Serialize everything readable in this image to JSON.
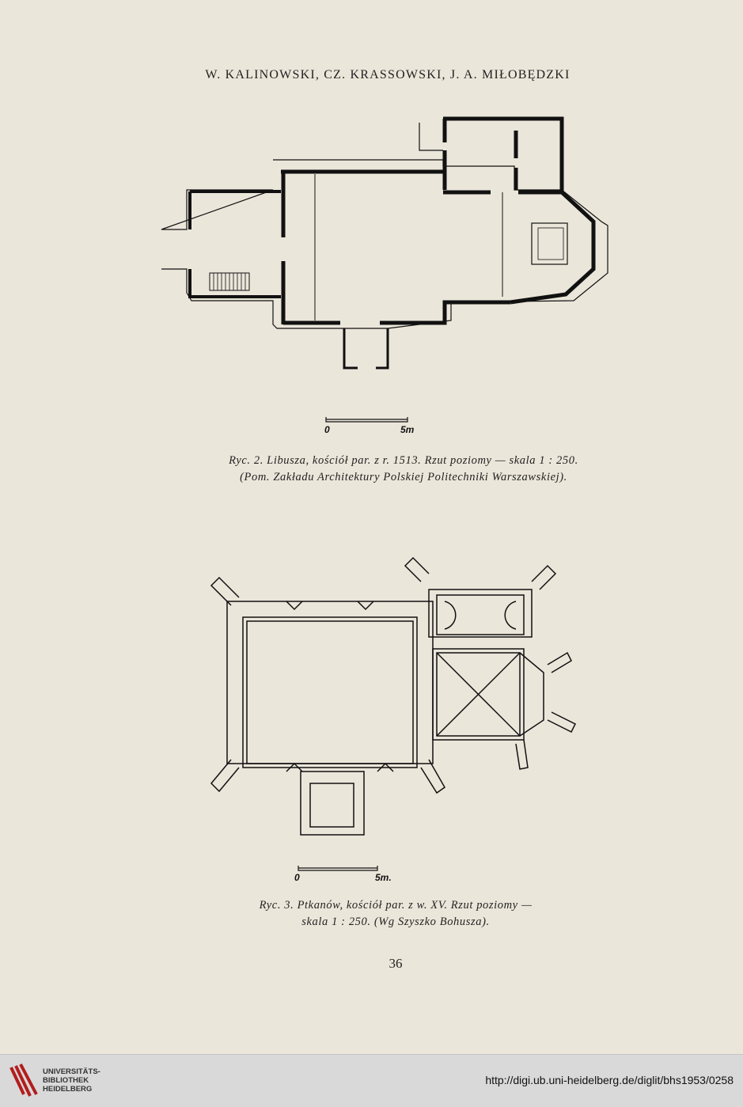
{
  "header": {
    "running_head": "W. KALINOWSKI, CZ. KRASSOWSKI, J. A. MIŁOBĘDZKI"
  },
  "figure1": {
    "scale_zero": "0",
    "scale_end": "5m",
    "caption_line1": "Ryc. 2.  Libusza, kościół par. z r. 1513. Rzut poziomy — skala 1 : 250.",
    "caption_line2": "(Pom. Zakładu Architektury Polskiej Politechniki Warszawskiej)."
  },
  "figure2": {
    "scale_zero": "0",
    "scale_end": "5m.",
    "caption_line1": "Ryc. 3.  Ptkanów, kościół par. z w. XV. Rzut poziomy —",
    "caption_line2": "skala 1 : 250. (Wg Szyszko Bohusza)."
  },
  "page_number": "36",
  "footer": {
    "logo_line1": "UNIVERSITÄTS-",
    "logo_line2": "BIBLIOTHEK",
    "logo_line3": "HEIDELBERG",
    "url": "http://digi.ub.uni-heidelberg.de/diglit/bhs1953/0258"
  }
}
